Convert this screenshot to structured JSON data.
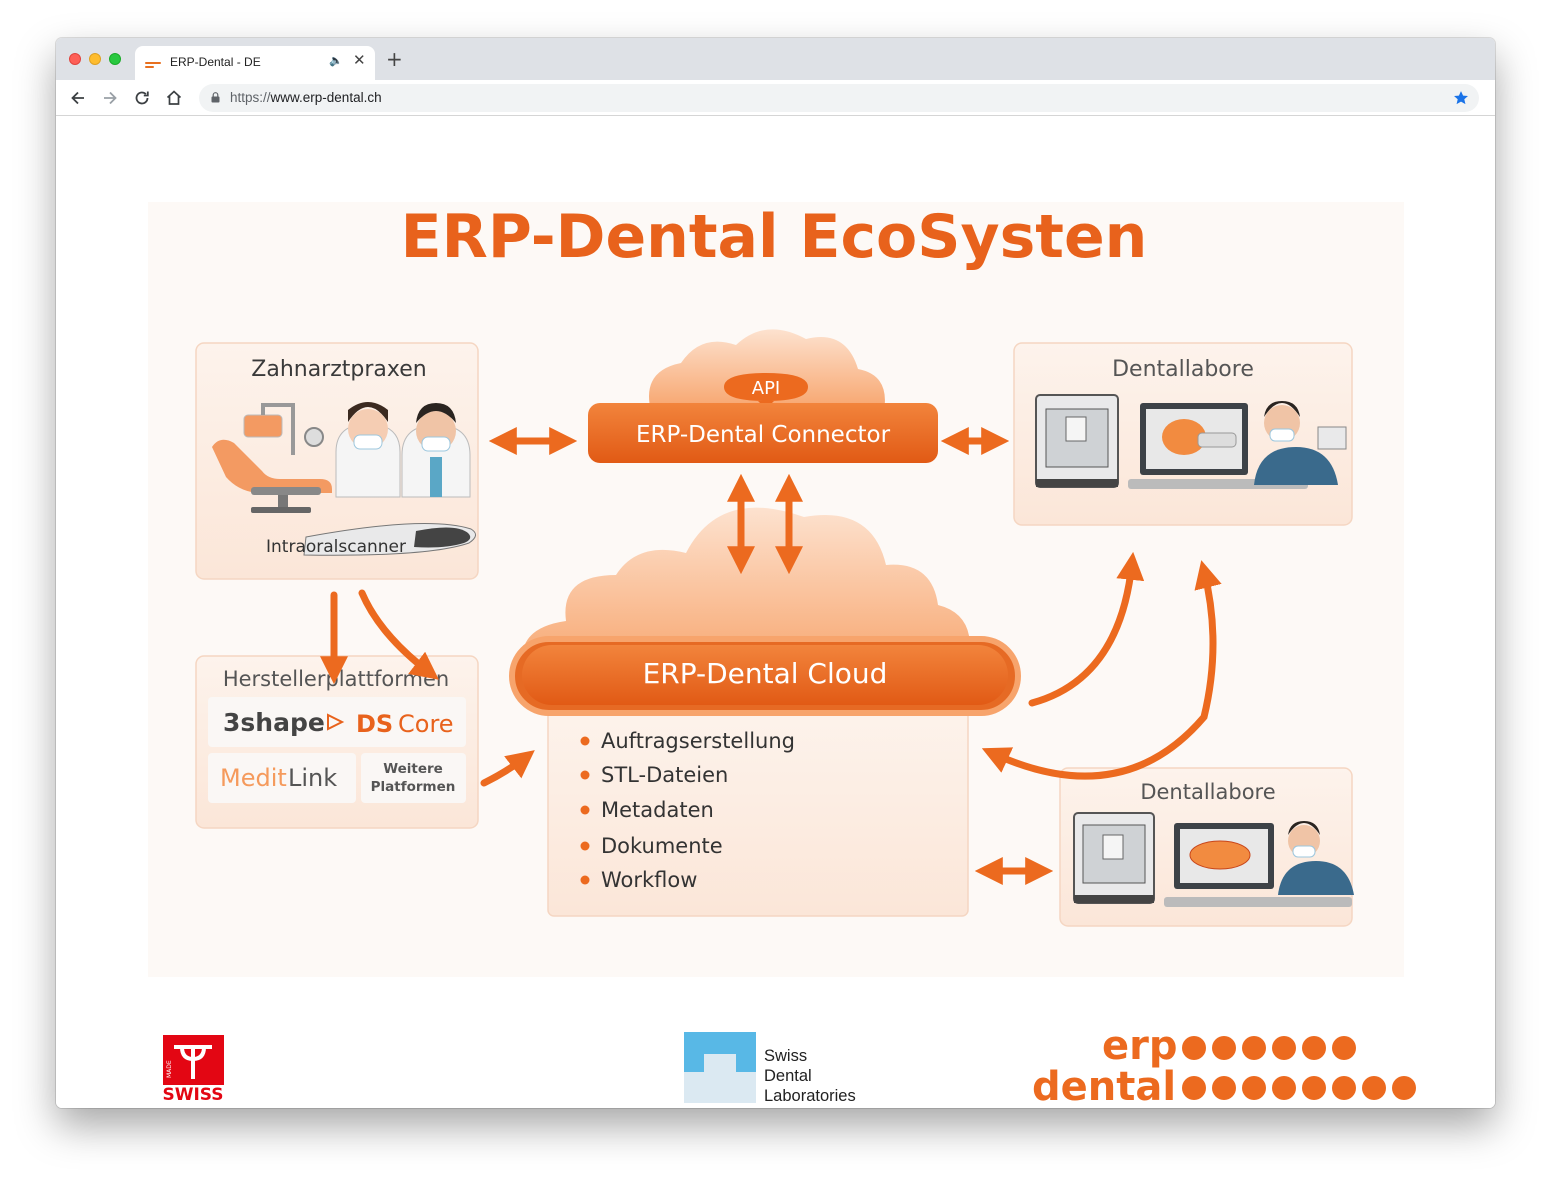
{
  "browser": {
    "tab_title": "ERP-Dental - DE",
    "audio_glyph": "🔈",
    "close_glyph": "✕",
    "new_tab_glyph": "+",
    "url_scheme": "https://",
    "url_host": "www.erp-dental.ch",
    "accent": "#1a73e8"
  },
  "infographic": {
    "title": "ERP-Dental EcoSysten",
    "zahnarzt": {
      "title": "Zahnarztpraxen",
      "scanner": "Intraoralscanner"
    },
    "connector": {
      "badge": "API",
      "label": "ERP-Dental Connector"
    },
    "labor_top": {
      "title": "Dentallabore"
    },
    "labor_bottom": {
      "title": "Dentallabore"
    },
    "hersteller": {
      "title": "Herstellerplattformen",
      "brand_3shape": "3shape",
      "brand_ds": "DS",
      "brand_core": "Core",
      "brand_medit": "Medit",
      "brand_link": "Link",
      "weitere_line1": "Weitere",
      "weitere_line2": "Platformen"
    },
    "cloud": {
      "label": "ERP-Dental Cloud"
    },
    "features": [
      "Auftragserstellung",
      "STL-Dateien",
      "Metadaten",
      "Dokumente",
      "Workflow"
    ],
    "footer": {
      "made_swiss_small": "MADE",
      "made_swiss_big": "SWISS",
      "sdl_line1": "Swiss",
      "sdl_line2": "Dental",
      "sdl_line3": "Laboratories",
      "erp_word1": "erp",
      "erp_word2": "dental"
    },
    "colors": {
      "orange": "#e8621c",
      "orange_light": "#f59a5c",
      "panel": "#fdf0e7",
      "panel_border": "#f5d6c2",
      "bg": "#fdfaf8",
      "text_dark": "#333333",
      "swiss_red": "#e30613",
      "sdl_blue": "#58b8e6"
    }
  }
}
